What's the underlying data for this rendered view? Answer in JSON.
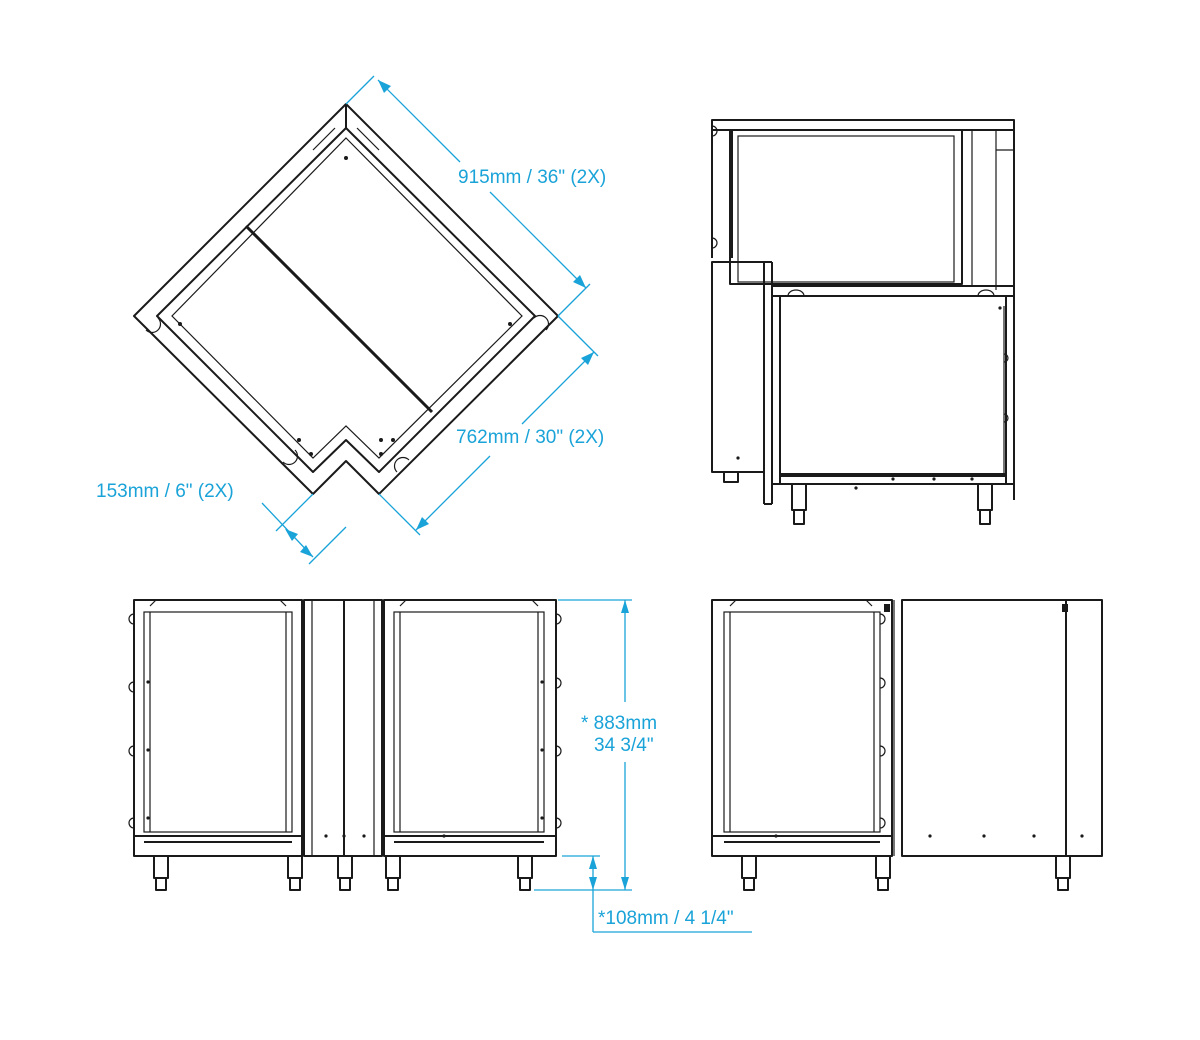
{
  "colors": {
    "line": "#1a1a1a",
    "dimension": "#1aa3d8",
    "background": "#ffffff"
  },
  "dimensions": {
    "width_outer": "915mm / 36\" (2X)",
    "depth": "762mm / 30\" (2X)",
    "return": "153mm / 6\" (2X)",
    "height_line1": "* 883mm",
    "height_line2": "34 3/4\"",
    "leg_height": "*108mm / 4 1/4\""
  }
}
